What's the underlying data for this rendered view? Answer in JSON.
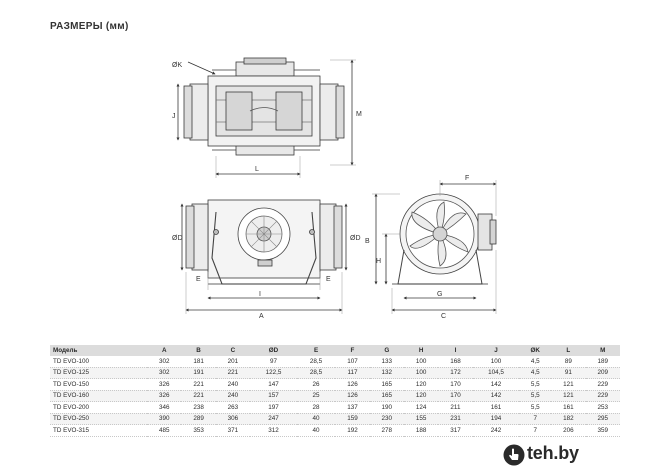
{
  "page": {
    "title": "РАЗМЕРЫ (мм)"
  },
  "drawing": {
    "labels": {
      "phiK": "ØK",
      "J": "J",
      "M": "M",
      "L": "L",
      "F": "F",
      "phiD1": "ØD",
      "phiD2": "ØD",
      "E1": "E",
      "E2": "E",
      "I": "I",
      "A": "A",
      "B": "B",
      "H": "H",
      "G": "G",
      "C": "C"
    }
  },
  "table": {
    "headers": [
      "Модель",
      "A",
      "B",
      "C",
      "ØD",
      "E",
      "F",
      "G",
      "H",
      "I",
      "J",
      "ØK",
      "L",
      "M"
    ],
    "rows": [
      [
        "TD EVO-100",
        "302",
        "181",
        "201",
        "97",
        "28,5",
        "107",
        "133",
        "100",
        "168",
        "100",
        "4,5",
        "89",
        "189"
      ],
      [
        "TD EVO-125",
        "302",
        "191",
        "221",
        "122,5",
        "28,5",
        "117",
        "132",
        "100",
        "172",
        "104,5",
        "4,5",
        "91",
        "209"
      ],
      [
        "TD EVO-150",
        "326",
        "221",
        "240",
        "147",
        "26",
        "126",
        "165",
        "120",
        "170",
        "142",
        "5,5",
        "121",
        "229"
      ],
      [
        "TD EVO-160",
        "326",
        "221",
        "240",
        "157",
        "25",
        "126",
        "165",
        "120",
        "170",
        "142",
        "5,5",
        "121",
        "229"
      ],
      [
        "TD EVO-200",
        "346",
        "238",
        "263",
        "197",
        "28",
        "137",
        "190",
        "124",
        "211",
        "161",
        "5,5",
        "161",
        "253"
      ],
      [
        "TD EVO-250",
        "390",
        "289",
        "306",
        "247",
        "40",
        "159",
        "230",
        "155",
        "231",
        "194",
        "7",
        "182",
        "295"
      ],
      [
        "TD EVO-315",
        "485",
        "353",
        "371",
        "312",
        "40",
        "192",
        "278",
        "188",
        "317",
        "242",
        "7",
        "206",
        "359"
      ]
    ]
  },
  "watermark": {
    "text": "teh.by",
    "icon": "hand-pointer-icon"
  }
}
